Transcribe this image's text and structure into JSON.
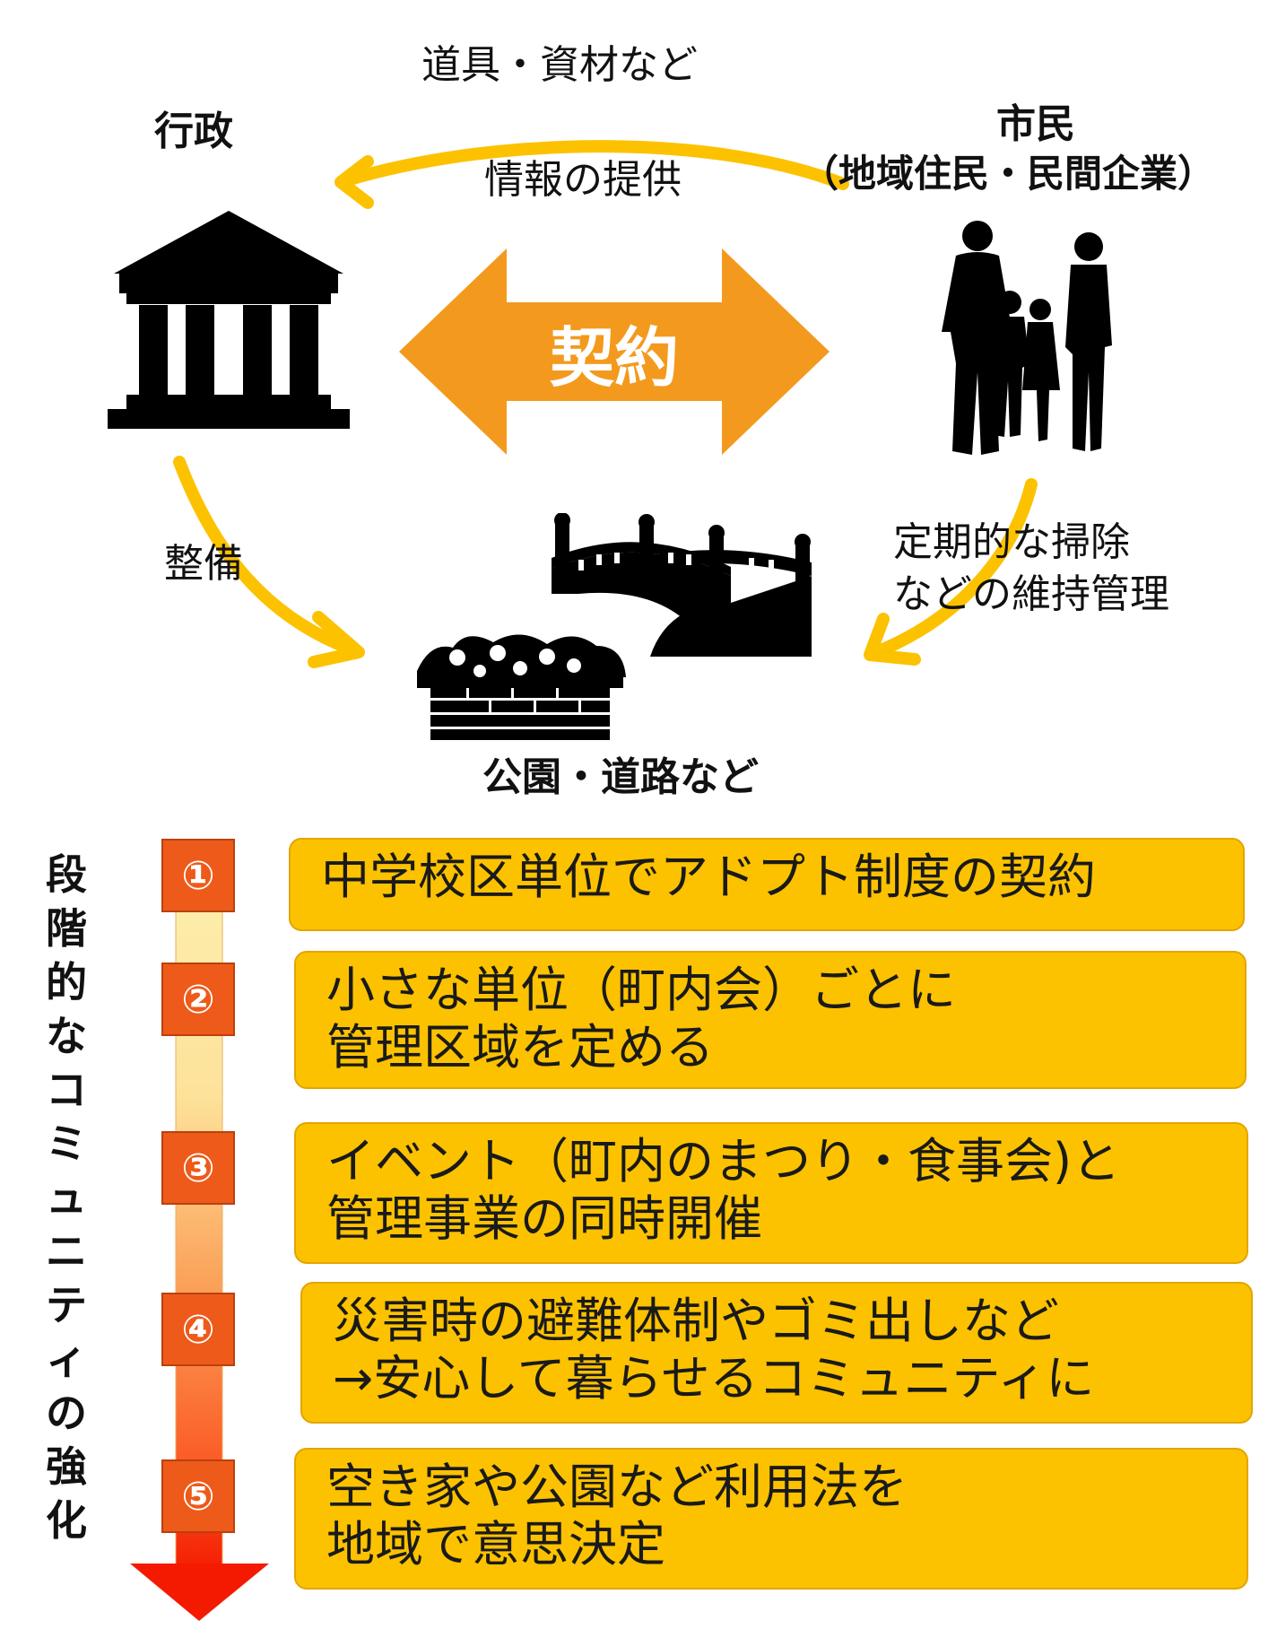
{
  "labels": {
    "tools": "道具・資材など",
    "gov": "行政",
    "citizen_line1": "市民",
    "citizen_line2": "（地域住民・民間企業）",
    "info": "情報の提供",
    "contract": "契約",
    "maintenance": "整備",
    "cleaning_line1": "定期的な掃除",
    "cleaning_line2": "などの維持管理",
    "parks": "公園・道路など"
  },
  "vertical_title": [
    "段",
    "階",
    "的",
    "な",
    "コ",
    "ミ",
    "ュ",
    "ニ",
    "テ",
    "ィ",
    "の",
    "強",
    "化"
  ],
  "steps": [
    {
      "num": "①",
      "lines": [
        "中学校区単位でアドプト制度の契約"
      ]
    },
    {
      "num": "②",
      "lines": [
        "小さな単位（町内会）ごとに",
        "管理区域を定める"
      ]
    },
    {
      "num": "③",
      "lines": [
        "イベント（町内のまつり・食事会)と",
        "管理事業の同時開催"
      ]
    },
    {
      "num": "④",
      "lines": [
        "災害時の避難体制やゴミ出しなど",
        "→安心して暮らせるコミュニティに"
      ]
    },
    {
      "num": "⑤",
      "lines": [
        "空き家や公園など利用法を",
        "地域で意思決定"
      ]
    }
  ],
  "icons": [
    "government-building-icon",
    "family-icon",
    "bridge-icon",
    "flower-bed-icon"
  ],
  "colors": {
    "contract_arrow": "#f39a1e",
    "yellow_arrow": "#fcc200",
    "step_box": "#fcc200",
    "step_number": "#ee5a1a"
  }
}
